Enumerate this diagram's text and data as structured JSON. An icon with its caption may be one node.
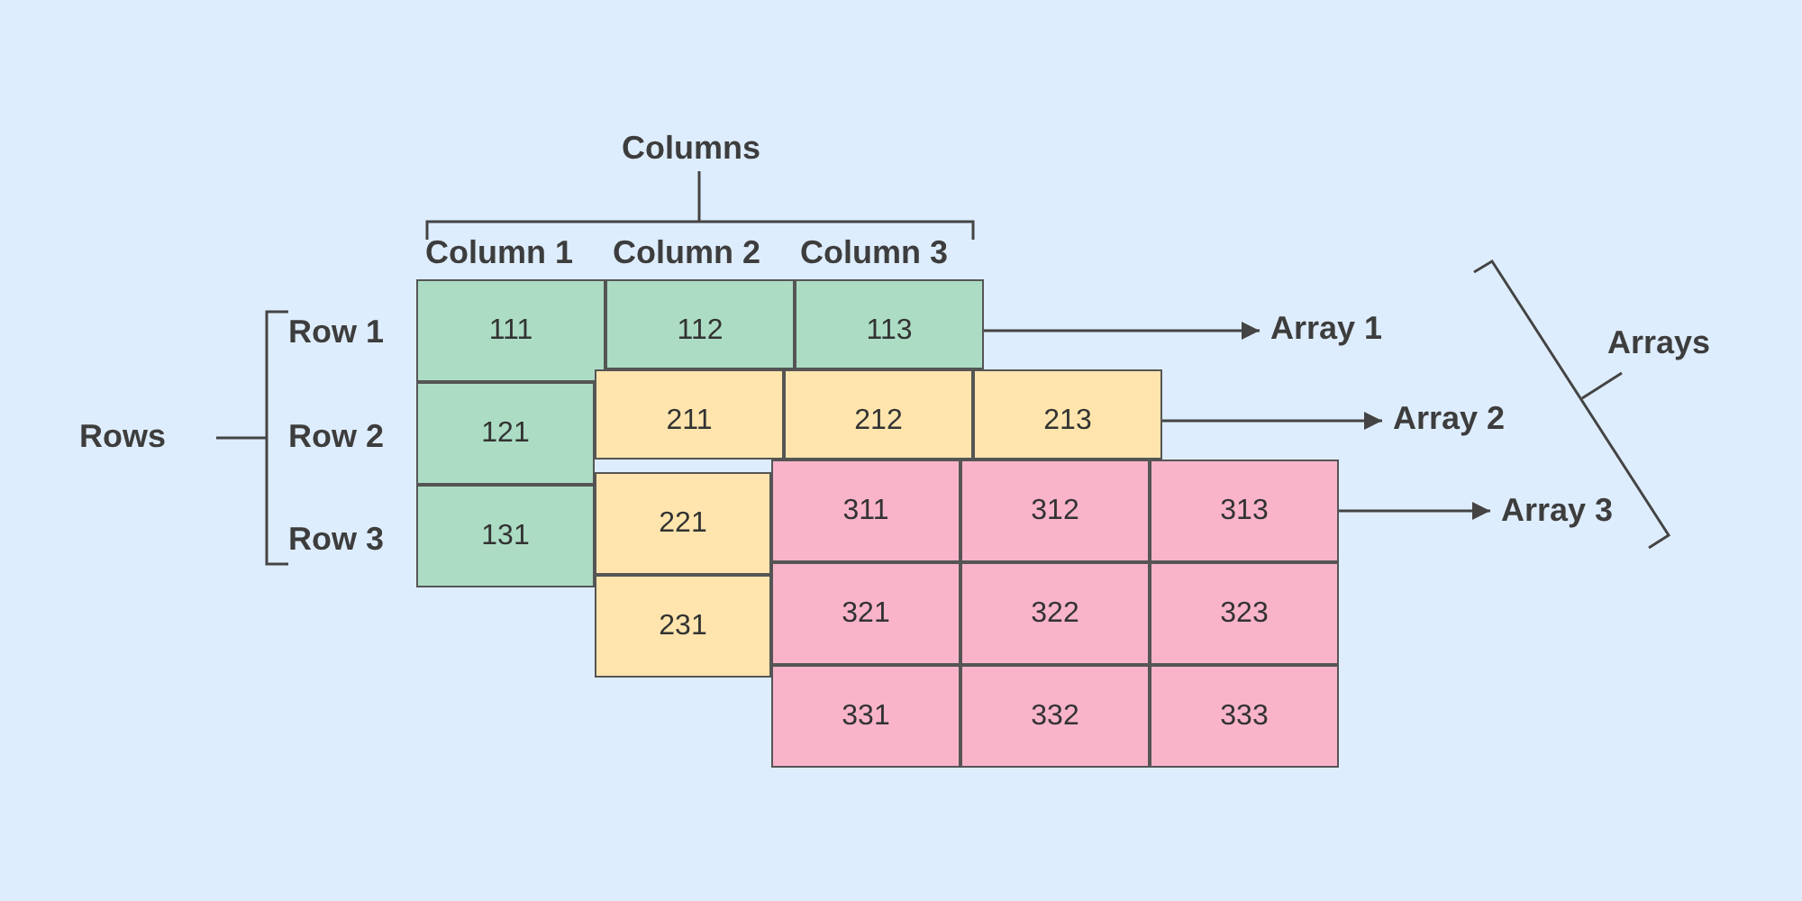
{
  "diagram": {
    "nodes": [
      {
        "text": [
          "111"
        ]
      },
      {
        "text": [
          "112"
        ]
      },
      {
        "text": [
          "113"
        ]
      },
      {
        "text": [
          "121"
        ]
      },
      {
        "text": [
          "131"
        ]
      },
      {
        "text": [
          "211"
        ]
      },
      {
        "text": [
          "212"
        ]
      },
      {
        "text": [
          "213"
        ]
      },
      {
        "text": [
          "221"
        ]
      },
      {
        "text": [
          "231"
        ]
      },
      {
        "text": [
          "311"
        ]
      },
      {
        "text": [
          "312"
        ]
      },
      {
        "text": [
          "313"
        ]
      },
      {
        "text": [
          "321"
        ]
      },
      {
        "text": [
          "322"
        ]
      },
      {
        "text": [
          "323"
        ]
      },
      {
        "text": [
          "331"
        ]
      },
      {
        "text": [
          "332"
        ]
      },
      {
        "text": [
          "333"
        ]
      },
      {
        "text": [
          "Array 1"
        ]
      },
      {
        "text": [
          "Array 2"
        ]
      },
      {
        "text": [
          "Array 3"
        ]
      }
    ],
    "edges": [
      {
        "from": 2,
        "to": 19,
        "arrow": "to"
      },
      {
        "from": 7,
        "to": 20,
        "arrow": "to"
      },
      {
        "from": 12,
        "to": 21,
        "arrow": "to"
      }
    ],
    "labels": [
      "Columns",
      "Column 1",
      "Column 2",
      "Column 3",
      "Rows",
      "Row 1",
      "Row 2",
      "Row 3",
      "Arrays"
    ]
  }
}
